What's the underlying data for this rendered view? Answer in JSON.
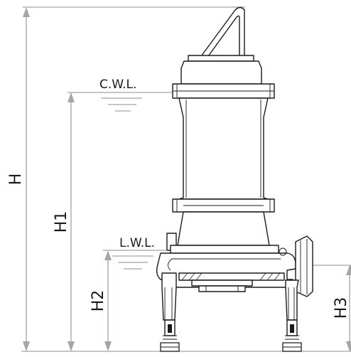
{
  "dimensions": {
    "h": "H",
    "h1": "H1",
    "h2": "H2",
    "h3": "H3"
  },
  "levels": {
    "cwl": "C.W.L.",
    "lwl": "L.W.L."
  }
}
